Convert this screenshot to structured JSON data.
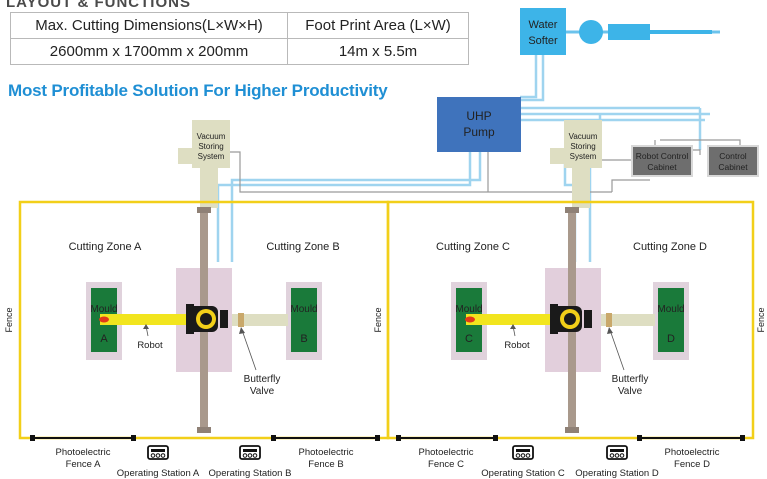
{
  "header_partial": "LAYOUT & FUNCTIONS",
  "specs": {
    "col1_header": "Max. Cutting Dimensions(L×W×H)",
    "col2_header": "Foot Print Area (L×W)",
    "col1_value": "2600mm x 1700mm x 200mm",
    "col2_value": "14m x 5.5m"
  },
  "tagline": "Most Profitable Solution For Higher Productivity",
  "equipment": {
    "water_softer": [
      "Water",
      "Softer"
    ],
    "uhp_pump": [
      "UHP",
      "Pump"
    ],
    "vacuum_storing_left": [
      "Vacuum",
      "Storing",
      "System"
    ],
    "vacuum_storing_right": [
      "Vacuum",
      "Storing",
      "System"
    ],
    "robot_control_cabinet": [
      "Robot Control",
      "Cabinet"
    ],
    "control_cabinet": [
      "Control",
      "Cabinet"
    ]
  },
  "zones": {
    "a": "Cutting Zone A",
    "b": "Cutting Zone B",
    "c": "Cutting Zone C",
    "d": "Cutting Zone D"
  },
  "moulds": {
    "a": [
      "Mould",
      "A"
    ],
    "b": [
      "Mould",
      "B"
    ],
    "c": [
      "Mould",
      "C"
    ],
    "d": [
      "Mould",
      "D"
    ]
  },
  "labels": {
    "robot": "Robot",
    "butterfly_valve": [
      "Butterfly",
      "Valve"
    ],
    "fence": "Fence"
  },
  "photoelectric": {
    "a": [
      "Photoelectric",
      "Fence A"
    ],
    "b": [
      "Photoelectric",
      "Fence B"
    ],
    "c": [
      "Photoelectric",
      "Fence C"
    ],
    "d": [
      "Photoelectric",
      "Fence D"
    ]
  },
  "operating_stations": {
    "a": "Operating Station A",
    "b": "Operating Station B",
    "c": "Operating Station C",
    "d": "Operating Station D"
  },
  "colors": {
    "accent_blue": "#1f8fd4",
    "pipe_blue": "#9fd4ef",
    "pump_blue": "#3f73bc",
    "fence_yellow": "#f2cf19",
    "mould_green": "#1a7a3a",
    "robot_zone_pink": "#e2cfdc",
    "rail_brown": "#a9998c",
    "vacuum_beige": "#d8d8b8",
    "cabinet_gray": "#6b6b6b"
  }
}
